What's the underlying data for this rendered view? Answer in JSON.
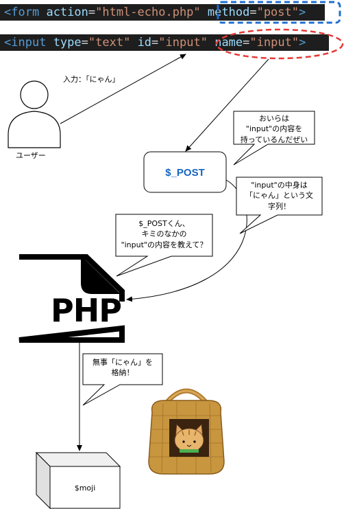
{
  "code": {
    "line1": {
      "lt": "<",
      "tag": "form",
      "attr1": "action",
      "eq1": "=",
      "val1": "\"html-echo.php\"",
      "attr2": "method",
      "eq2": "=",
      "val2": "\"post\"",
      "gt": ">"
    },
    "line2": {
      "lt": "<",
      "tag": "input",
      "attr1": "type",
      "eq1": "=",
      "val1": "\"text\"",
      "attr2": "id",
      "eq2": "=",
      "val2": "\"input\"",
      "attr3": "name",
      "eq3": "=",
      "val3": "\"input\"",
      "gt": ">"
    }
  },
  "user": {
    "label": "ユーザー",
    "input_text": "入力：「にゃん」"
  },
  "post_box": {
    "label": "$_POST",
    "color": "#1565c0"
  },
  "callouts": {
    "post_says": [
      "おいらは",
      "\"input\"の内容を",
      "持っているんだぜい"
    ],
    "post_answer": [
      "\"input\"の中身は",
      "「にゃん」という文",
      "字列！"
    ],
    "php_asks": [
      "$_POSTくん、",
      "キミのなかの",
      "\"input\"の内容を教えて？"
    ],
    "store": [
      "無事「にゃん」を",
      "格納！"
    ]
  },
  "php_icon": {
    "label": "PHP"
  },
  "variable_box": {
    "label": "$moji"
  },
  "colors": {
    "highlight_blue": "#1f6fd1",
    "highlight_red": "#e53935",
    "cat_basket": "#c8963e"
  }
}
